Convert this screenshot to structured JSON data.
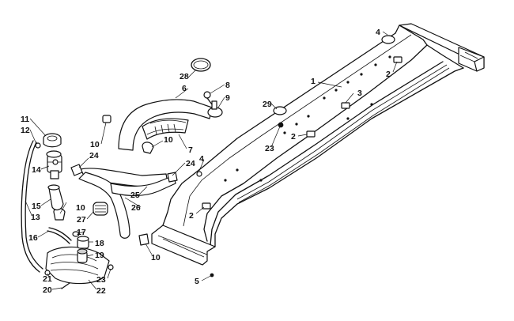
{
  "callouts": [
    {
      "id": "c1",
      "label": "1"
    },
    {
      "id": "c2a",
      "label": "2"
    },
    {
      "id": "c2b",
      "label": "2"
    },
    {
      "id": "c2c",
      "label": "2"
    },
    {
      "id": "c3",
      "label": "3"
    },
    {
      "id": "c4a",
      "label": "4"
    },
    {
      "id": "c4b",
      "label": "4"
    },
    {
      "id": "c5",
      "label": "5"
    },
    {
      "id": "c6",
      "label": "6"
    },
    {
      "id": "c7",
      "label": "7"
    },
    {
      "id": "c8",
      "label": "8"
    },
    {
      "id": "c9",
      "label": "9"
    },
    {
      "id": "c10a",
      "label": "10"
    },
    {
      "id": "c10b",
      "label": "10"
    },
    {
      "id": "c10c",
      "label": "10"
    },
    {
      "id": "c10d",
      "label": "10"
    },
    {
      "id": "c11",
      "label": "11"
    },
    {
      "id": "c12",
      "label": "12"
    },
    {
      "id": "c13",
      "label": "13"
    },
    {
      "id": "c14",
      "label": "14"
    },
    {
      "id": "c15",
      "label": "15"
    },
    {
      "id": "c16",
      "label": "16"
    },
    {
      "id": "c17",
      "label": "17"
    },
    {
      "id": "c18",
      "label": "18"
    },
    {
      "id": "c19",
      "label": "19"
    },
    {
      "id": "c20",
      "label": "20"
    },
    {
      "id": "c21",
      "label": "21"
    },
    {
      "id": "c22",
      "label": "22"
    },
    {
      "id": "c23a",
      "label": "23"
    },
    {
      "id": "c23b",
      "label": "23"
    },
    {
      "id": "c24a",
      "label": "24"
    },
    {
      "id": "c24b",
      "label": "24"
    },
    {
      "id": "c25",
      "label": "25"
    },
    {
      "id": "c26",
      "label": "26"
    },
    {
      "id": "c27",
      "label": "27"
    },
    {
      "id": "c28",
      "label": "28"
    },
    {
      "id": "c29",
      "label": "29"
    }
  ]
}
